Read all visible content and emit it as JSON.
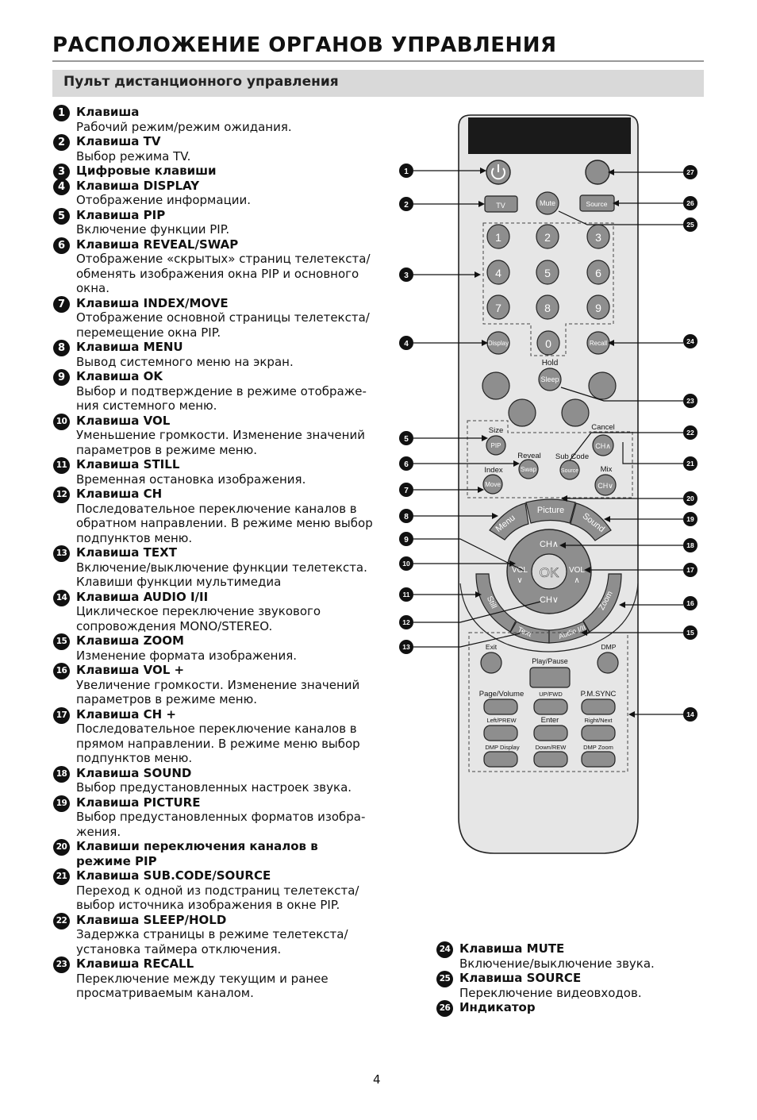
{
  "page": {
    "title": "РАСПОЛОЖЕНИЕ ОРГАНОВ УПРАВЛЕНИЯ",
    "section": "Пульт дистанционного управления",
    "page_number": "4"
  },
  "legend": [
    {
      "n": "1",
      "title": "Клавиша",
      "desc": "Рабочий режим/режим ожидания."
    },
    {
      "n": "2",
      "title": "Клавиша TV",
      "desc": "Выбор режима TV."
    },
    {
      "n": "3",
      "title": "Цифровые клавиши",
      "desc": ""
    },
    {
      "n": "4",
      "title": "Клавиша DISPLAY",
      "desc": "Отображение информации."
    },
    {
      "n": "5",
      "title": "Клавиша PIP",
      "desc": "Включение функции PIP."
    },
    {
      "n": "6",
      "title": "Клавиша REVEAL/SWAP",
      "desc": "Отображение «скрытых» страниц телетекста/ обменять изображения окна PIP и основного окна."
    },
    {
      "n": "7",
      "title": "Клавиша INDEX/MOVE",
      "desc": "Отображение основной страницы телетекста/ перемещение окна PIP."
    },
    {
      "n": "8",
      "title": "Клавиша MENU",
      "desc": "Вывод системного меню на экран."
    },
    {
      "n": "9",
      "title": "Клавиша OK",
      "desc": "Выбор и подтверждение в режиме отображе-ния системного меню."
    },
    {
      "n": "10",
      "title": "Клавиша VOL",
      "desc": "Уменьшение громкости. Изменение значений параметров в режиме меню."
    },
    {
      "n": "11",
      "title": "Клавиша STILL",
      "desc": "Временная остановка изображения."
    },
    {
      "n": "12",
      "title": "Клавиша CH",
      "desc": "Последовательное переключение каналов в обратном направлении. В режиме меню выбор подпунктов меню."
    },
    {
      "n": "13",
      "title": "Клавиша TEXT",
      "desc": "Включение/выключение функции телетекста. Клавиши функции мультимедиа"
    },
    {
      "n": "14",
      "title": "Клавиша AUDIO I/II",
      "desc": "Циклическое переключение звукового сопровождения MONO/STEREO."
    },
    {
      "n": "15",
      "title": "Клавиша ZOOM",
      "desc": "Изменение формата изображения."
    },
    {
      "n": "16",
      "title": "Клавиша VOL +",
      "desc": "Увеличение громкости. Изменение значений параметров в режиме меню."
    },
    {
      "n": "17",
      "title": "Клавиша CH +",
      "desc": "Последовательное переключение каналов в прямом направлении. В режиме меню выбор подпунктов меню."
    },
    {
      "n": "18",
      "title": "Клавиша SOUND",
      "desc": "Выбор предустановленных настроек звука."
    },
    {
      "n": "19",
      "title": "Клавиша PICTURE",
      "desc": "Выбор предустановленных форматов изобра-жения."
    },
    {
      "n": "20",
      "title": "Клавиши переключения каналов в режиме PIP",
      "desc": ""
    },
    {
      "n": "21",
      "title": "Клавиша SUB.CODE/SOURCE",
      "desc": "Переход к одной из подстраниц телетекста/выбор источника изображения в окне PIP."
    },
    {
      "n": "22",
      "title": "Клавиша SLEEP/HOLD",
      "desc": "Задержка страницы в режиме телетекста/установка таймера отключения."
    },
    {
      "n": "23",
      "title": "Клавиша RECALL",
      "desc": "Переключение между текущим и ранее просматриваемым каналом."
    }
  ],
  "legend_right": [
    {
      "n": "24",
      "title": "Клавиша MUTE",
      "desc": "Включение/выключение звука."
    },
    {
      "n": "25",
      "title": "Клавиша SOURCE",
      "desc": "Переключение видеовходов."
    },
    {
      "n": "26",
      "title": "Индикатор",
      "desc": ""
    }
  ],
  "remote": {
    "btn_tv": "TV",
    "btn_mute": "Mute",
    "btn_source": "Source",
    "digits": [
      "1",
      "2",
      "3",
      "4",
      "5",
      "6",
      "7",
      "8",
      "9",
      "0"
    ],
    "btn_display": "Display",
    "btn_recall": "Recall",
    "lbl_hold": "Hold",
    "btn_sleep": "Sleep",
    "lbl_size": "Size",
    "btn_pip": "PIP",
    "lbl_reveal": "Reveal",
    "btn_swap": "Swap",
    "lbl_subcode": "Sub Code",
    "btn_source2": "Source",
    "lbl_cancel": "Cancel",
    "btn_ch_up_pip": "CH∧",
    "lbl_mix": "Mix",
    "btn_ch_down_pip": "CH∨",
    "lbl_index": "Index",
    "btn_move": "Move",
    "btn_menu": "Menu",
    "btn_picture": "Picture",
    "btn_sound": "Sound",
    "btn_ch_up": "CH∧",
    "btn_ok": "OK",
    "btn_vol_left": "VOL",
    "btn_vol_left_arrow": "∨",
    "btn_vol_right": "VOL",
    "btn_vol_right_arrow": "∧",
    "btn_ch_down": "CH∨",
    "btn_still": "Still",
    "btn_zoom": "Zoom",
    "btn_text": "Text",
    "btn_audio": "Audio I/II",
    "lbl_exit": "Exit",
    "lbl_dmp": "DMP",
    "lbl_playpause": "Play/Pause",
    "lbl_pagevolume": "Page/Volume",
    "lbl_upfwd": "UP/FWD",
    "lbl_pmsync": "P.M.SYNC",
    "lbl_leftprew": "Left/PREW",
    "lbl_enter": "Enter",
    "lbl_rightnext": "Right/Next",
    "lbl_dmpdisplay": "DMP Display",
    "lbl_downrew": "Down/REW",
    "lbl_dmpzoom": "DMP Zoom"
  },
  "callouts": {
    "c1": "1",
    "c2": "2",
    "c3": "3",
    "c4": "4",
    "c5": "5",
    "c6": "6",
    "c7": "7",
    "c8": "8",
    "c9": "9",
    "c10": "10",
    "c11": "11",
    "c12": "12",
    "c13": "13",
    "c14": "14",
    "c15": "15",
    "c16": "16",
    "c17": "17",
    "c18": "18",
    "c19": "19",
    "c20": "20",
    "c21": "21",
    "c22": "22",
    "c23": "23",
    "c24": "24",
    "c25": "25",
    "c26": "26",
    "c27": "27"
  }
}
